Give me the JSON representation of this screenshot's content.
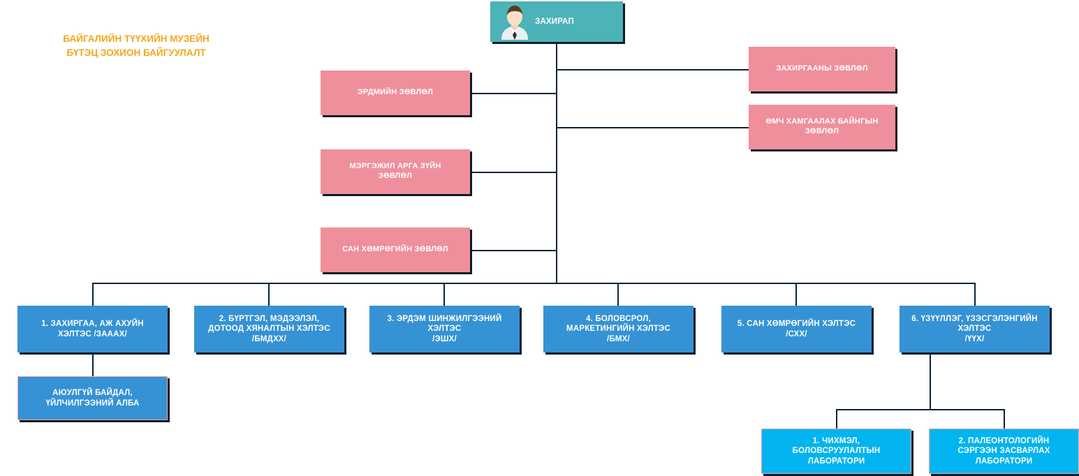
{
  "title": {
    "text": "БАЙГАЛИЙН ТҮҮХИЙН МУЗЕЙН\nБҮТЭЦ ЗОХИОН БАЙГУУЛАЛТ"
  },
  "colors": {
    "title_orange": "#f0a819",
    "director_teal": "#4cb3b8",
    "council_pink": "#ef8f9c",
    "department_blue": "#3592d4",
    "lab_cyan": "#02b4ef",
    "lab_border_pink": "#f0a6ad",
    "connector_navy": "#0b2239",
    "text_white": "#ffffff"
  },
  "director": {
    "label": "ЗАХИРАП",
    "icon": "person-avatar-icon"
  },
  "councils_left": [
    {
      "label": "ЭРДМИЙН ЗӨВЛӨЛ"
    },
    {
      "label": "МЭРГЭЖИЛ АРГА ЗҮЙН\nЗӨВЛӨЛ"
    },
    {
      "label": "САН ХӨМРӨГИЙН ЗӨВЛӨЛ"
    }
  ],
  "councils_right": [
    {
      "label": "ЗАХИРГААНЫ ЗӨВЛӨЛ"
    },
    {
      "label": "ӨМЧ ХАМГААЛАХ БАЙНГЫН\nЗӨВЛӨЛ"
    }
  ],
  "departments": [
    {
      "label": "1. ЗАХИРГАА, АЖ АХУЙН\nХЭЛТЭС /ЗАААХ/"
    },
    {
      "label": "2. БҮРТГЭЛ, МЭДЭЭЛЭЛ,\nДОТООД ХЯНАЛТЫН ХЭЛТЭС\n/БМДХХ/"
    },
    {
      "label": "3. ЭРДЭМ ШИНЖИЛГЭЭНИЙ\nХЭЛТЭС\n/ЭШХ/"
    },
    {
      "label": "4. БОЛОВСРОЛ,\nМАРКЕТИНГИЙН ХЭЛТЭС\n/БМХ/"
    },
    {
      "label": "5. САН ХӨМРӨГИЙН ХЭЛТЭС\n/СХХ/"
    },
    {
      "label": "6. ҮЗҮҮЛЛЭГ, ҮЗЭСГЭЛЭНГИЙН\nХЭЛТЭС\n/ҮҮХ/"
    }
  ],
  "sub_units": [
    {
      "label": "АЮУЛГҮЙ БАЙДАЛ,\nҮЙЛЧИЛГЭЭНИЙ АЛБА"
    }
  ],
  "laboratories": [
    {
      "label": "1. ЧИХМЭЛ,\nБОЛОВСРУУЛАЛТЫН\nЛАБОРАТОРИ"
    },
    {
      "label": "2. ПАЛЕОНТОЛОГИЙН\nСЭРГЭЭН ЗАСВАРЛАХ\nЛАБОРАТОРИ"
    }
  ]
}
